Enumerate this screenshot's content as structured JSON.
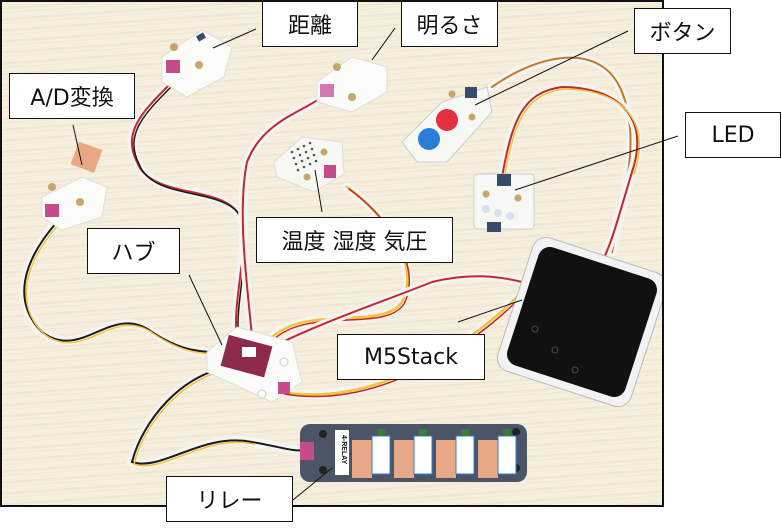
{
  "figure": {
    "description": "M5Stack unit wiring photo with callout labels",
    "labels": {
      "distance": "距離",
      "light": "明るさ",
      "button": "ボタン",
      "ad_convert": "A/D変換",
      "led": "LED",
      "env_sensor": "温度 湿度 気圧",
      "hub": "ハブ",
      "m5stack": "M5Stack",
      "relay": "リレー"
    },
    "relay_board_text": "4-RELAY",
    "colors": {
      "cable_red": "#c62828",
      "cable_yellow": "#f2c431",
      "cable_black": "#1a1a1a",
      "cable_white": "#f4f4f4",
      "connector_pink": "#c74a8a",
      "button_red": "#e53040",
      "button_blue": "#2a7fd4",
      "relay_case": "#4c5566",
      "relay_terminal": "#e8a887",
      "m5_screen": "#111111"
    }
  }
}
